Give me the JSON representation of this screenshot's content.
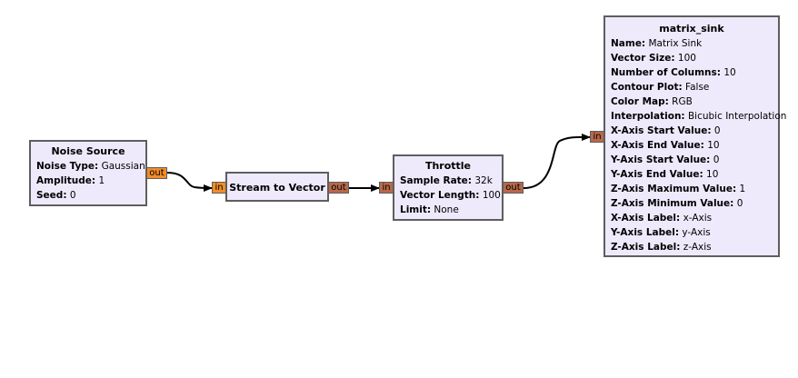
{
  "blocks": {
    "noise_source": {
      "title": "Noise Source",
      "params": [
        {
          "label": "Noise Type:",
          "value": "Gaussian"
        },
        {
          "label": "Amplitude:",
          "value": "1"
        },
        {
          "label": "Seed:",
          "value": "0"
        }
      ],
      "out_port": "out"
    },
    "stream_to_vector": {
      "title": "Stream to Vector",
      "in_port": "in",
      "out_port": "out"
    },
    "throttle": {
      "title": "Throttle",
      "params": [
        {
          "label": "Sample Rate:",
          "value": "32k"
        },
        {
          "label": "Vector Length:",
          "value": "100"
        },
        {
          "label": "Limit:",
          "value": "None"
        }
      ],
      "in_port": "in",
      "out_port": "out"
    },
    "matrix_sink": {
      "title": "matrix_sink",
      "params": [
        {
          "label": "Name:",
          "value": "Matrix Sink"
        },
        {
          "label": "Vector Size:",
          "value": "100"
        },
        {
          "label": "Number of Columns:",
          "value": "10"
        },
        {
          "label": "Contour Plot:",
          "value": "False"
        },
        {
          "label": "Color Map:",
          "value": "RGB"
        },
        {
          "label": "Interpolation:",
          "value": "Bicubic Interpolation"
        },
        {
          "label": "X-Axis Start Value:",
          "value": "0"
        },
        {
          "label": "X-Axis End Value:",
          "value": "10"
        },
        {
          "label": "Y-Axis Start Value:",
          "value": "0"
        },
        {
          "label": "Y-Axis End Value:",
          "value": "10"
        },
        {
          "label": "Z-Axis Maximum Value:",
          "value": "1"
        },
        {
          "label": "Z-Axis Minimum Value:",
          "value": "0"
        },
        {
          "label": "X-Axis Label:",
          "value": "x-Axis"
        },
        {
          "label": "Y-Axis Label:",
          "value": "y-Axis"
        },
        {
          "label": "Z-Axis Label:",
          "value": "z-Axis"
        }
      ],
      "in_port": "in"
    }
  },
  "colors": {
    "block_fill": "#eeeafc",
    "block_border": "#5e5e5e",
    "port_float": "#f28c28",
    "port_vector": "#b8684a",
    "edge": "#000000"
  }
}
